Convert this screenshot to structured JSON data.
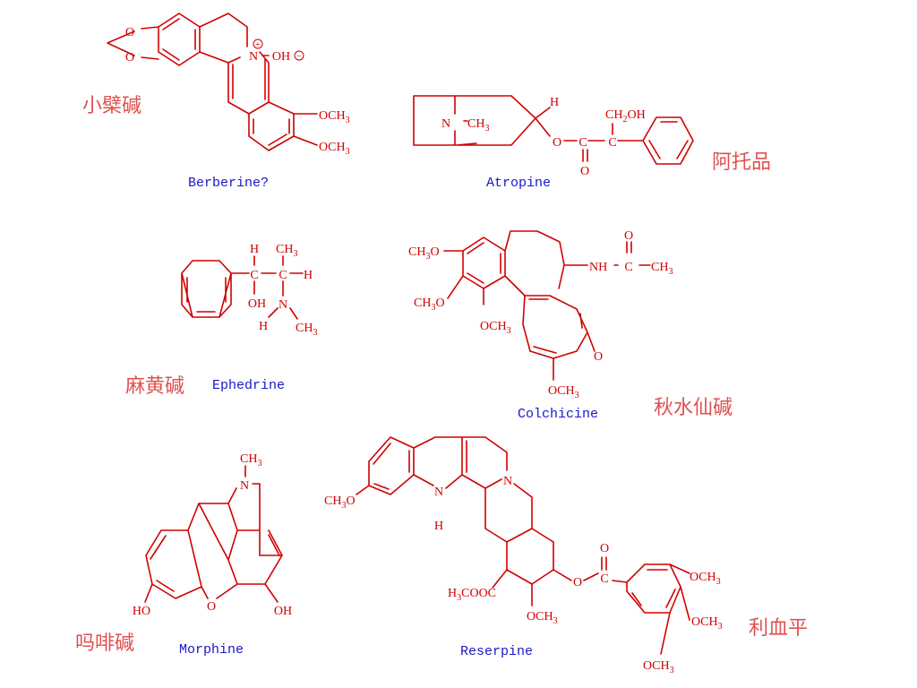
{
  "colors": {
    "structure": "#d00000",
    "chinese_label": "#e05050",
    "english_label": "#1818c8",
    "background": "#ffffff"
  },
  "molecules": {
    "berberine": {
      "name_cn": "小檗碱",
      "name_en": "Berberine?",
      "atoms": {
        "o1": "O",
        "o2": "O",
        "n": "N",
        "oh": "OH",
        "plus": "+",
        "minus": "−",
        "ome1": "OCH",
        "ome1_sub": "3",
        "ome2": "OCH",
        "ome2_sub": "3"
      }
    },
    "atropine": {
      "name_cn": "阿托品",
      "name_en": "Atropine",
      "atoms": {
        "n": "N",
        "me": "CH",
        "me_sub": "3",
        "h": "H",
        "o": "O",
        "c1": "C",
        "c2": "C",
        "co": "O",
        "ch2oh_a": "CH",
        "ch2oh_sub": "2",
        "ch2oh_b": "OH"
      }
    },
    "ephedrine": {
      "name_cn": "麻黄碱",
      "name_en": "Ephedrine",
      "atoms": {
        "h1": "H",
        "c1": "C",
        "oh": "OH",
        "me1": "CH",
        "me1_sub": "3",
        "c2": "C",
        "h2": "H",
        "n": "N",
        "h3": "H",
        "me2": "CH",
        "me2_sub": "3"
      }
    },
    "colchicine": {
      "name_cn": "秋水仙碱",
      "name_en": "Colchicine",
      "atoms": {
        "ome1": "CH",
        "ome1_sub": "3",
        "ome1_o": "O",
        "ome2": "CH",
        "ome2_sub": "3",
        "ome2_o": "O",
        "ome3": "OCH",
        "ome3_sub": "3",
        "nh": "NH",
        "c": "C",
        "o_top": "O",
        "me": "CH",
        "me_sub": "3",
        "ketone_o": "O",
        "ome4": "OCH",
        "ome4_sub": "3"
      }
    },
    "morphine": {
      "name_cn": "吗啡碱",
      "name_en": "Morphine",
      "atoms": {
        "me": "CH",
        "me_sub": "3",
        "n": "N",
        "ho": "HO",
        "o": "O",
        "oh": "OH"
      }
    },
    "reserpine": {
      "name_cn": "利血平",
      "name_en": "Reserpine",
      "atoms": {
        "meo": "CH",
        "meo_sub": "3",
        "meo_o": "O",
        "nh_n": "N",
        "nh_h": "H",
        "n": "N",
        "ester_a": "H",
        "ester_sub": "3",
        "ester_b": "COOC",
        "ome_mid": "OCH",
        "ome_mid_sub": "3",
        "o_ester": "O",
        "c": "C",
        "co": "O",
        "ome_t1": "OCH",
        "ome_t1_sub": "3",
        "ome_t2": "OCH",
        "ome_t2_sub": "3",
        "ome_t3": "OCH",
        "ome_t3_sub": "3"
      }
    }
  }
}
